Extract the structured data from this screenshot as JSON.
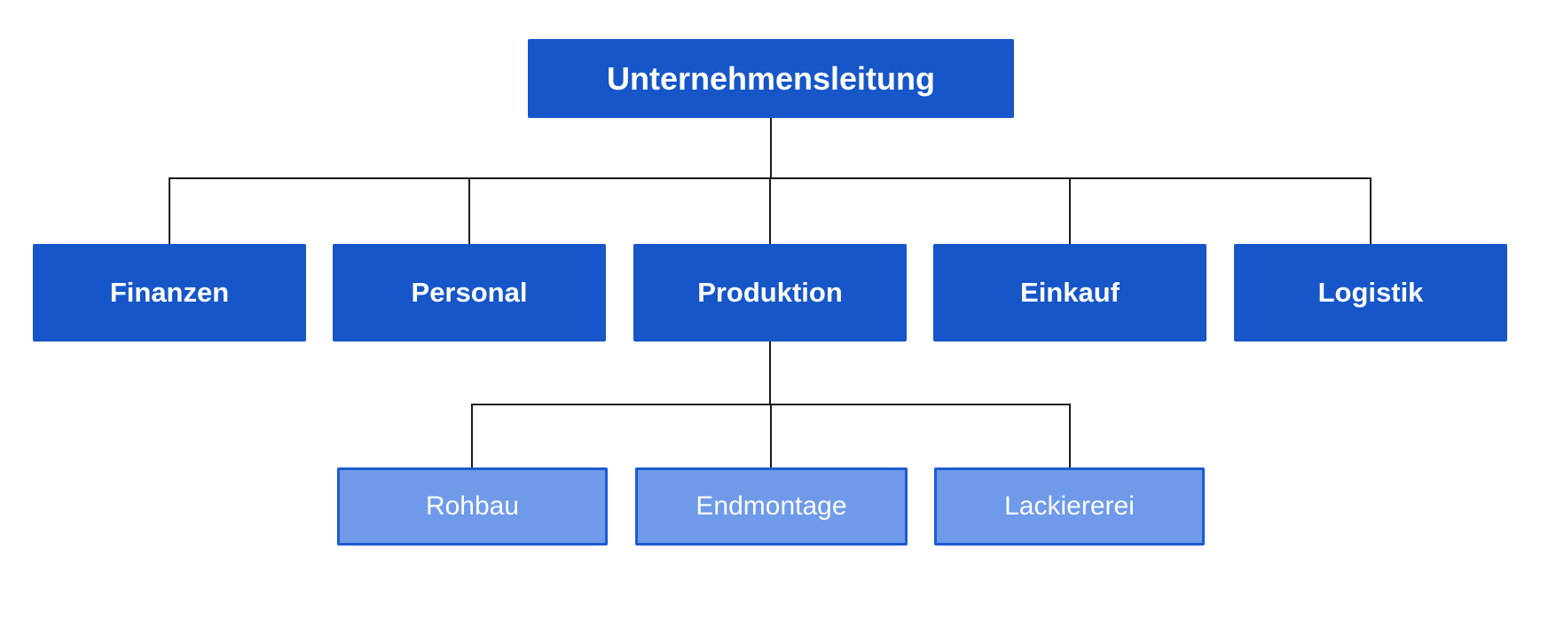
{
  "diagram": {
    "type": "org-chart",
    "title_node": {
      "id": "unternehmensleitung",
      "label": "Unternehmensleitung",
      "level": 1
    },
    "level2": [
      {
        "id": "finanzen",
        "label": "Finanzen",
        "parent": "Unternehmensleitung"
      },
      {
        "id": "personal",
        "label": "Personal",
        "parent": "Unternehmensleitung"
      },
      {
        "id": "produktion",
        "label": "Produktion",
        "parent": "Unternehmensleitung"
      },
      {
        "id": "einkauf",
        "label": "Einkauf",
        "parent": "Unternehmensleitung"
      },
      {
        "id": "logistik",
        "label": "Logistik",
        "parent": "Unternehmensleitung"
      }
    ],
    "level3": [
      {
        "id": "rohbau",
        "label": "Rohbau",
        "parent": "Produktion"
      },
      {
        "id": "endmontage",
        "label": "Endmontage",
        "parent": "Produktion"
      },
      {
        "id": "lackiererei",
        "label": "Lackiererei",
        "parent": "Produktion"
      }
    ]
  },
  "colors": {
    "background": "#FFFFFF",
    "primary_box_fill": "#1656C8",
    "secondary_box_fill": "#6F9AE9",
    "secondary_box_border": "#1C5BD3",
    "connector_line": "#1A1A1A",
    "box_text": "#FFFFFF"
  }
}
